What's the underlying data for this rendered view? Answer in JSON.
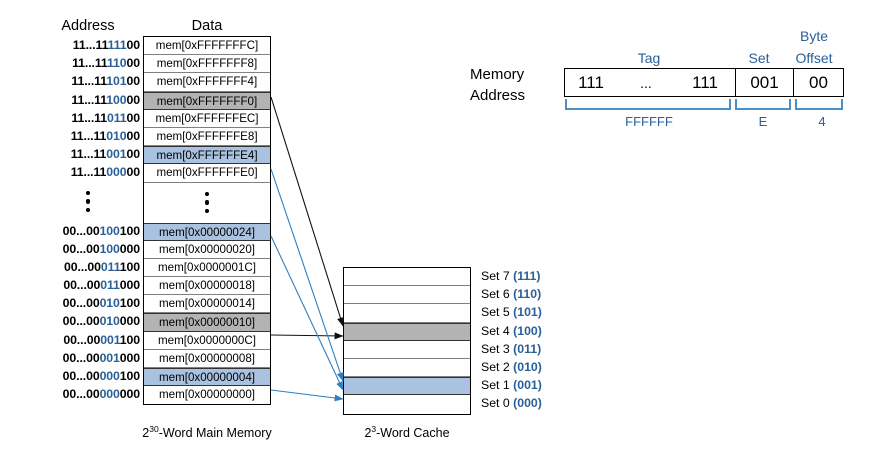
{
  "headers": {
    "address": "Address",
    "data": "Data"
  },
  "memory": {
    "caption_pre": "2",
    "caption_sup": "30",
    "caption_post": "-Word Main Memory",
    "rows_top": [
      {
        "prefix": "11...11",
        "set": "111",
        "offset": "00",
        "data": "mem[0xFFFFFFFC]",
        "fill": "white"
      },
      {
        "prefix": "11...11",
        "set": "110",
        "offset": "00",
        "data": "mem[0xFFFFFFF8]",
        "fill": "white"
      },
      {
        "prefix": "11...11",
        "set": "101",
        "offset": "00",
        "data": "mem[0xFFFFFFF4]",
        "fill": "white"
      },
      {
        "prefix": "11...11",
        "set": "100",
        "offset": "00",
        "data": "mem[0xFFFFFFF0]",
        "fill": "gray"
      },
      {
        "prefix": "11...11",
        "set": "011",
        "offset": "00",
        "data": "mem[0xFFFFFFEC]",
        "fill": "white"
      },
      {
        "prefix": "11...11",
        "set": "010",
        "offset": "00",
        "data": "mem[0xFFFFFFE8]",
        "fill": "white"
      },
      {
        "prefix": "11...11",
        "set": "001",
        "offset": "00",
        "data": "mem[0xFFFFFFE4]",
        "fill": "blue"
      },
      {
        "prefix": "11...11",
        "set": "000",
        "offset": "00",
        "data": "mem[0xFFFFFFE0]",
        "fill": "white"
      }
    ],
    "ellipsis": "⋮",
    "rows_bottom": [
      {
        "prefix": "00...00",
        "set": "100",
        "offset": "100",
        "data": "mem[0x00000024]",
        "fill": "blue"
      },
      {
        "prefix": "00...00",
        "set": "100",
        "offset": "000",
        "data": "mem[0x00000020]",
        "fill": "white"
      },
      {
        "prefix": "00...00",
        "set": "011",
        "offset": "100",
        "data": "mem[0x0000001C]",
        "fill": "white"
      },
      {
        "prefix": "00...00",
        "set": "011",
        "offset": "000",
        "data": "mem[0x00000018]",
        "fill": "white"
      },
      {
        "prefix": "00...00",
        "set": "010",
        "offset": "100",
        "data": "mem[0x00000014]",
        "fill": "white"
      },
      {
        "prefix": "00...00",
        "set": "010",
        "offset": "000",
        "data": "mem[0x00000010]",
        "fill": "gray"
      },
      {
        "prefix": "00...00",
        "set": "001",
        "offset": "100",
        "data": "mem[0x0000000C]",
        "fill": "white"
      },
      {
        "prefix": "00...00",
        "set": "001",
        "offset": "000",
        "data": "mem[0x00000008]",
        "fill": "white"
      },
      {
        "prefix": "00...00",
        "set": "000",
        "offset": "100",
        "data": "mem[0x00000004]",
        "fill": "blue"
      },
      {
        "prefix": "00...00",
        "set": "000",
        "offset": "000",
        "data": "mem[0x00000000]",
        "fill": "white"
      }
    ]
  },
  "cache": {
    "caption_pre": "2",
    "caption_sup": "3",
    "caption_post": "-Word Cache",
    "sets": [
      {
        "name": "Set 7",
        "bits": "(111)",
        "fill": "white"
      },
      {
        "name": "Set 6",
        "bits": "(110)",
        "fill": "white"
      },
      {
        "name": "Set 5",
        "bits": "(101)",
        "fill": "white"
      },
      {
        "name": "Set 4",
        "bits": "(100)",
        "fill": "gray"
      },
      {
        "name": "Set 3",
        "bits": "(011)",
        "fill": "white"
      },
      {
        "name": "Set 2",
        "bits": "(010)",
        "fill": "white"
      },
      {
        "name": "Set 1",
        "bits": "(001)",
        "fill": "blue"
      },
      {
        "name": "Set 0",
        "bits": "(000)",
        "fill": "white"
      }
    ]
  },
  "address_diagram": {
    "label_line1": "Memory",
    "label_line2": "Address",
    "field_tag": "Tag",
    "field_set": "Set",
    "field_byte": "Byte",
    "field_offset": "Offset",
    "bits_tag_left": "111",
    "bits_tag_mid": "...",
    "bits_tag_right": "111",
    "bits_set": "001",
    "bits_offset": "00",
    "hex_tag": "FFFFFF",
    "hex_set": "E",
    "hex_offset": "4"
  },
  "colors": {
    "blue_fill": "#a8c2e0",
    "gray_fill": "#b3b3b3",
    "accent_blue": "#2a6099",
    "arrow_blue": "#2f7ec0"
  }
}
